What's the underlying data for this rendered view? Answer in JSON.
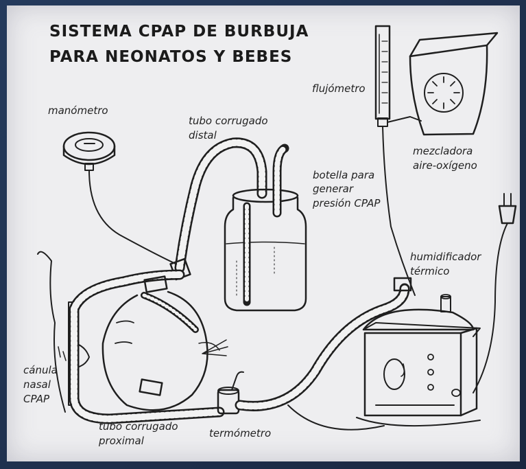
{
  "title": {
    "line1": "SISTEMA CPAP DE BURBUJA",
    "line2": "PARA NEONATOS Y BEBES"
  },
  "labels": {
    "manometro": "manómetro",
    "tubo_distal_1": "tubo corrugado",
    "tubo_distal_2": "distal",
    "flujometro": "flujómetro",
    "mezcladora_1": "mezcladora",
    "mezcladora_2": "aire-oxígeno",
    "botella_1": "botella para",
    "botella_2": "generar",
    "botella_3": "presión CPAP",
    "humidificador_1": "humidificador",
    "humidificador_2": "térmico",
    "canula_1": "cánula",
    "canula_2": "nasal",
    "canula_3": "CPAP",
    "tubo_proximal_1": "tubo corrugado",
    "tubo_proximal_2": "proximal",
    "termometro": "termómetro"
  }
}
